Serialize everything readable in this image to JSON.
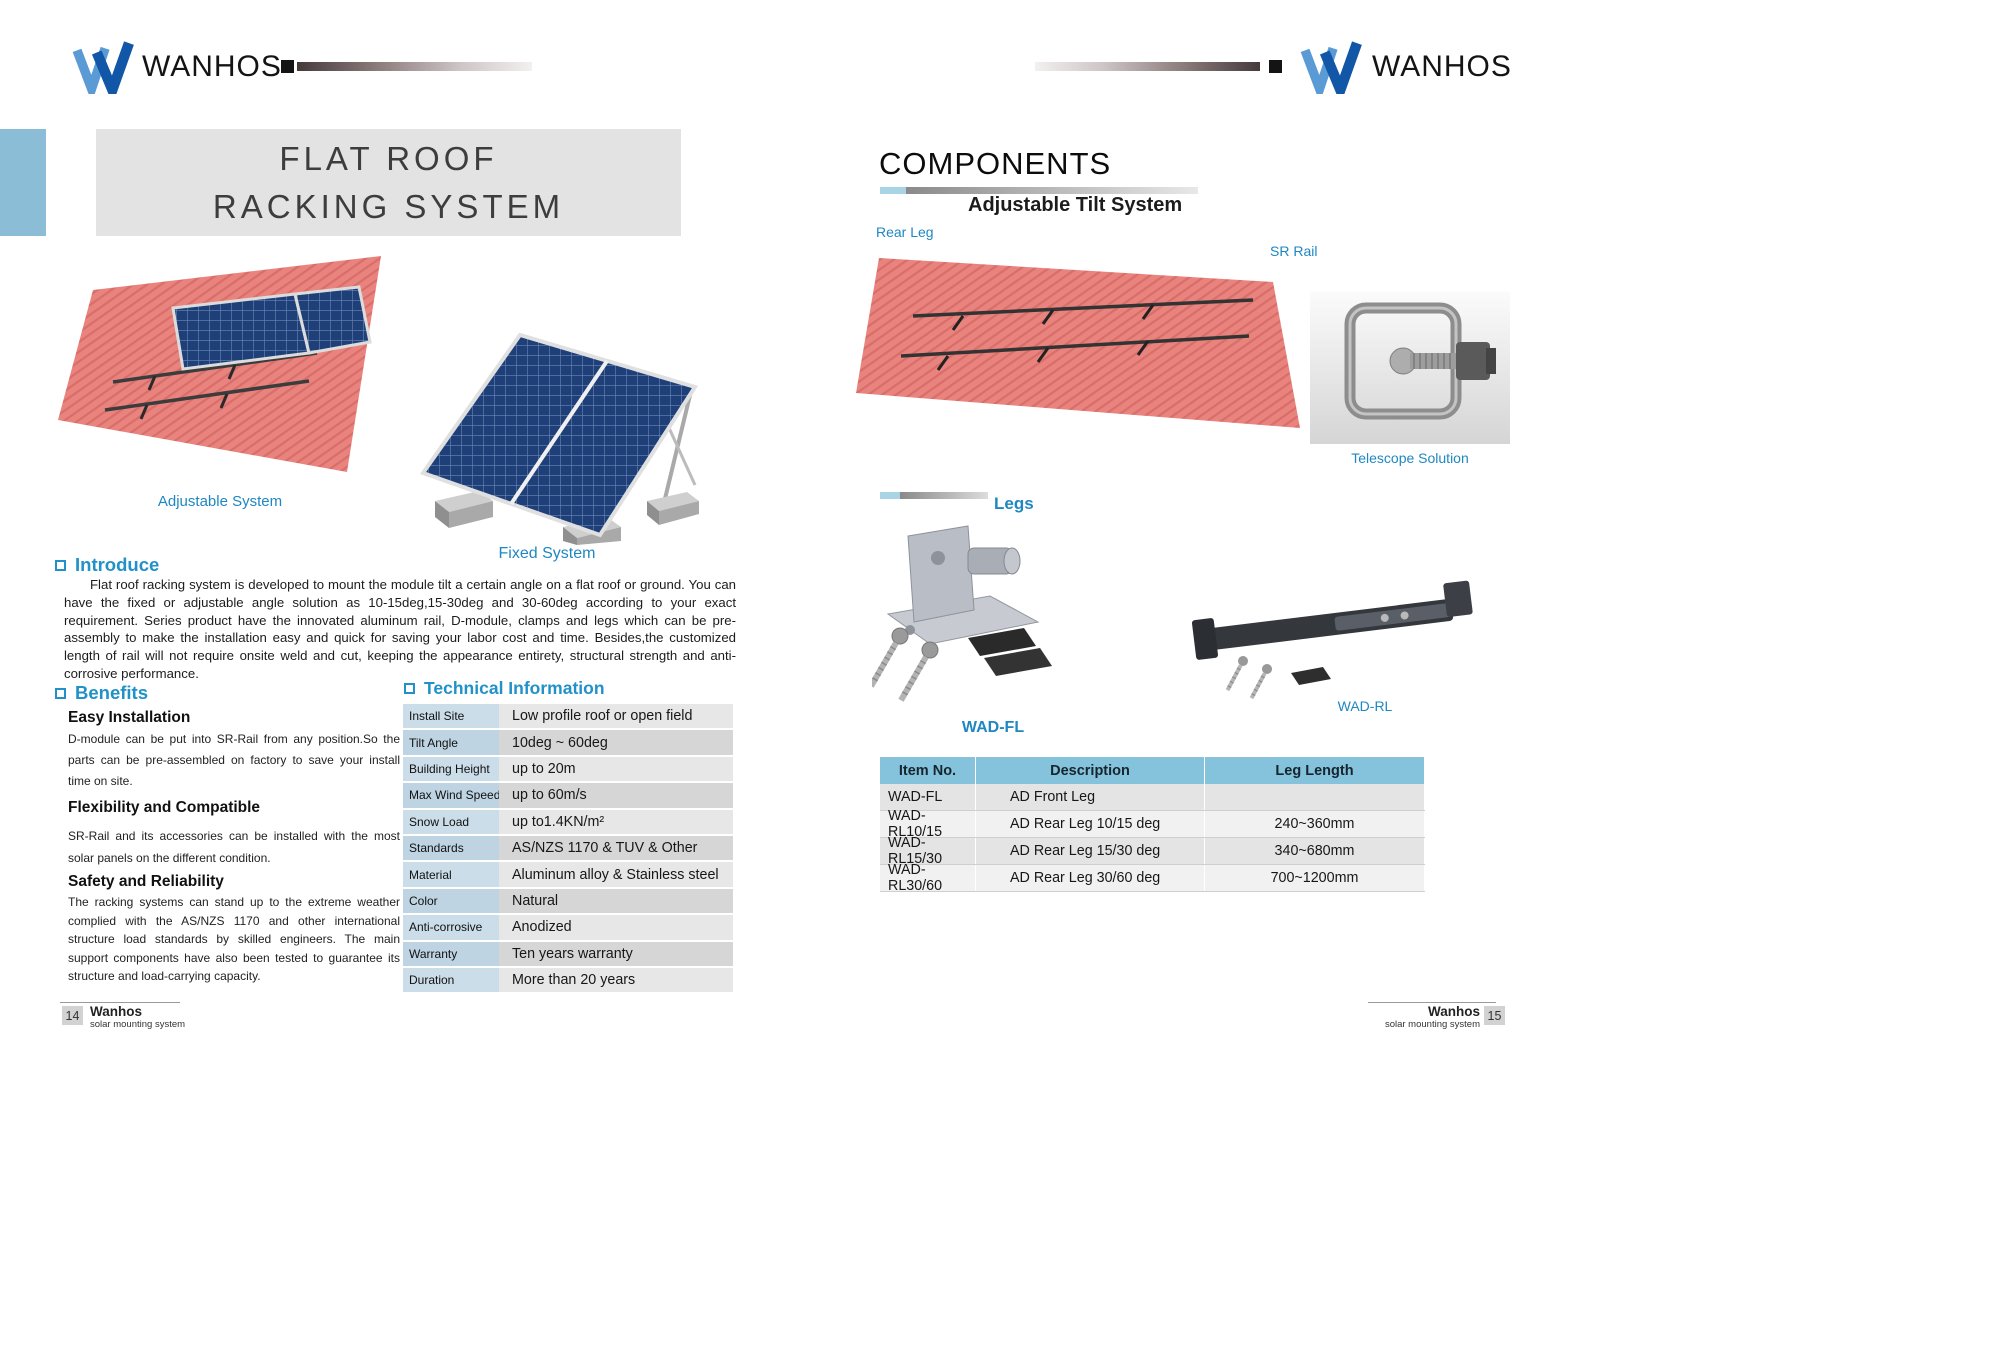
{
  "brand": {
    "name": "WANHOS",
    "logo_color": "#1256a8"
  },
  "colors": {
    "accent_blue": "#2191c9",
    "table_header_blue": "#85c2dc",
    "roof_red": "#e8837e",
    "panel_navy": "#1e3f78",
    "title_bg_gray": "#e3e3e3"
  },
  "left_page": {
    "title_line1": "FLAT ROOF",
    "title_line2": "RACKING SYSTEM",
    "captions": {
      "adjustable": "Adjustable System",
      "fixed": "Fixed System"
    },
    "introduce": {
      "heading": "Introduce",
      "body": "Flat roof racking system is developed to mount the module tilt a certain angle on a flat roof or ground. You can have the fixed or adjustable angle solution as 10-15deg,15-30deg and 30-60deg according to your exact requirement. Series product have the innovated aluminum rail, D-module, clamps and legs which can be pre-assembly to make the installation easy and quick for saving your labor cost and time. Besides,the customized length of rail will not require onsite weld and cut, keeping the appearance entirety, structural strength and anti-corrosive performance."
    },
    "benefits": {
      "heading": "Benefits",
      "items": [
        {
          "title": "Easy Installation",
          "body": "D-module can be put into SR-Rail from any position.So the parts can be pre-assembled on factory to save your install time on site."
        },
        {
          "title": "Flexibility and Compatible",
          "body": "SR-Rail and its accessories can be installed with the most solar panels on the different condition."
        },
        {
          "title": "Safety and Reliability",
          "body": "The racking systems can stand up to the extreme weather complied with the AS/NZS 1170 and other international structure load standards by skilled engineers. The main support components have also been tested to guarantee its structure and load-carrying capacity."
        }
      ]
    },
    "technical": {
      "heading": "Technical Information",
      "rows": [
        {
          "label": "Install Site",
          "value": "Low profile roof or open field"
        },
        {
          "label": "Tilt Angle",
          "value": "10deg ~ 60deg"
        },
        {
          "label": "Building Height",
          "value": "up to 20m"
        },
        {
          "label": "Max Wind Speed",
          "value": "up to 60m/s"
        },
        {
          "label": "Snow Load",
          "value": "up to1.4KN/m²"
        },
        {
          "label": "Standards",
          "value": "AS/NZS 1170 & TUV & Other"
        },
        {
          "label": "Material",
          "value": "Aluminum alloy & Stainless steel"
        },
        {
          "label": "Color",
          "value": "Natural"
        },
        {
          "label": "Anti-corrosive",
          "value": "Anodized"
        },
        {
          "label": "Warranty",
          "value": "Ten years warranty"
        },
        {
          "label": "Duration",
          "value": "More than 20 years"
        }
      ]
    },
    "footer": {
      "page_number": "14",
      "brand": "Wanhos",
      "tagline": "solar mounting system"
    }
  },
  "right_page": {
    "heading": "COMPONENTS",
    "subheading": "Adjustable Tilt System",
    "labels": {
      "rear_leg": "Rear Leg",
      "sr_rail": "SR Rail",
      "telescope": "Telescope Solution",
      "legs_heading": "Legs",
      "wad_fl": "WAD-FL",
      "wad_rl": "WAD-RL"
    },
    "table": {
      "headers": [
        "Item No.",
        "Description",
        "Leg Length"
      ],
      "rows": [
        [
          "WAD-FL",
          "AD Front Leg",
          ""
        ],
        [
          "WAD-RL10/15",
          "AD Rear Leg 10/15 deg",
          "240~360mm"
        ],
        [
          "WAD-RL15/30",
          "AD Rear Leg 15/30 deg",
          "340~680mm"
        ],
        [
          "WAD-RL30/60",
          "AD Rear Leg 30/60 deg",
          "700~1200mm"
        ]
      ]
    },
    "footer": {
      "brand": "Wanhos",
      "tagline": "solar mounting system",
      "page_number": "15"
    }
  }
}
